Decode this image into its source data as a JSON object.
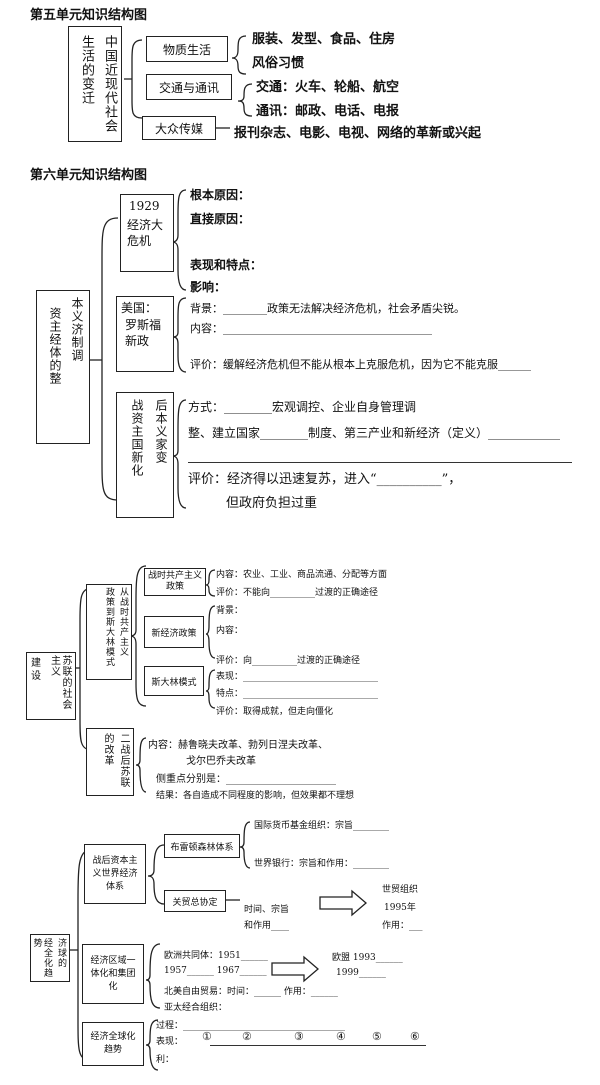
{
  "u5": {
    "title": "第五单元知识结构图",
    "main_a": "中国近现代社会",
    "main_b": "生活的变迁",
    "box1": "物质生活",
    "box2": "交通与通讯",
    "box3": "大众传媒",
    "l1": "服装、发型、食品、住房",
    "l2": "风俗习惯",
    "l3": "交通：火车、轮船、航空",
    "l4": "通讯：邮政、电话、电报",
    "l5": "报刊杂志、电影、电视、网络的革新或兴起"
  },
  "u6": {
    "title": "第六单元知识结构图",
    "main_a": "本义济制调",
    "main_b": "资主经体的整",
    "crisis_year": "1929",
    "crisis_text": "经济大危机",
    "c1": "根本原因：",
    "c2": "直接原因：",
    "c3": "表现和特点：",
    "c4": "影响：",
    "rsv_a": "美国：",
    "rsv_b": "罗斯福新政",
    "rsv1": "背景：________政策无法解决经济危机，社会矛盾尖锐。",
    "rsv2": "内容：______________________________________",
    "rsv3": "评价：缓解经济危机但不能从根本上克服危机，因为它不能克服______",
    "pw_a": "后本义家变",
    "pw_b": "战资主国新化",
    "pw1": "方式：________宏观调控、企业自身管理调",
    "pw2": "整、建立国家________制度、第三产业和新经济（定义）____________",
    "pw3": "评价：经济得以迅速复苏，进入“__________”，",
    "pw4": "但政府负担过重"
  },
  "ussr": {
    "main_a": "苏联的社会主义",
    "main_b": "建设",
    "sub1_a": "从战时共产主义",
    "sub1_b": "政策到斯大林模式",
    "sub2_a": "二战后苏联",
    "sub2_b": "的改革",
    "box1": "战时共产主义政策",
    "box2": "新经济政策",
    "box3": "斯大林模式",
    "t1": "内容：农业、工业、商品流通、分配等方面",
    "t2": "评价：不能向__________过渡的正确途径",
    "t3": "背景：",
    "t4": "内容：",
    "t5": "评价：向__________过渡的正确途径",
    "t6": "表现：______________________________",
    "t7": "特点：______________________________",
    "t8": "评价：取得成就，但走向僵化",
    "r1": "内容：赫鲁晓夫改革、勃列日涅夫改革、",
    "r2": "戈尔巴乔夫改革",
    "r3": "侧重点分别是：______________________",
    "r4": "结果：各自造成不同程度的影响，但效果都不理想"
  },
  "glob": {
    "main": "经济全球化的趋势",
    "main_a": "济球的",
    "main_b": "经全化趋势",
    "sub1": "战后资本主义世界经济体系",
    "sub2": "经济区域一体化和集团化",
    "sub3": "经济全球化趋势",
    "bw": "布雷顿森林体系",
    "gatt": "关贸总协定",
    "imf": "国际货币基金组织：宗旨________",
    "wb": "世界银行：宗旨和作用：________",
    "g1": "时间、宗旨",
    "g2": "和作用____",
    "wto_a": "世贸组织",
    "wto_b": "1995年",
    "wto_c": "作用：___",
    "eu1": "欧洲共同体：1951______",
    "eu2": "1957______  1967______",
    "eu3": "欧盟 1993______",
    "eu4": "1999______",
    "na": "北美自由贸易：时间：______ 作用：______",
    "apec": "亚太经合组织：",
    "p1": "过程：____________________________________",
    "p2": "表现：",
    "n1": "①",
    "n2": "②",
    "n3": "③",
    "n4": "④",
    "n5": "⑤",
    "n6": "⑥",
    "p3": "利："
  }
}
